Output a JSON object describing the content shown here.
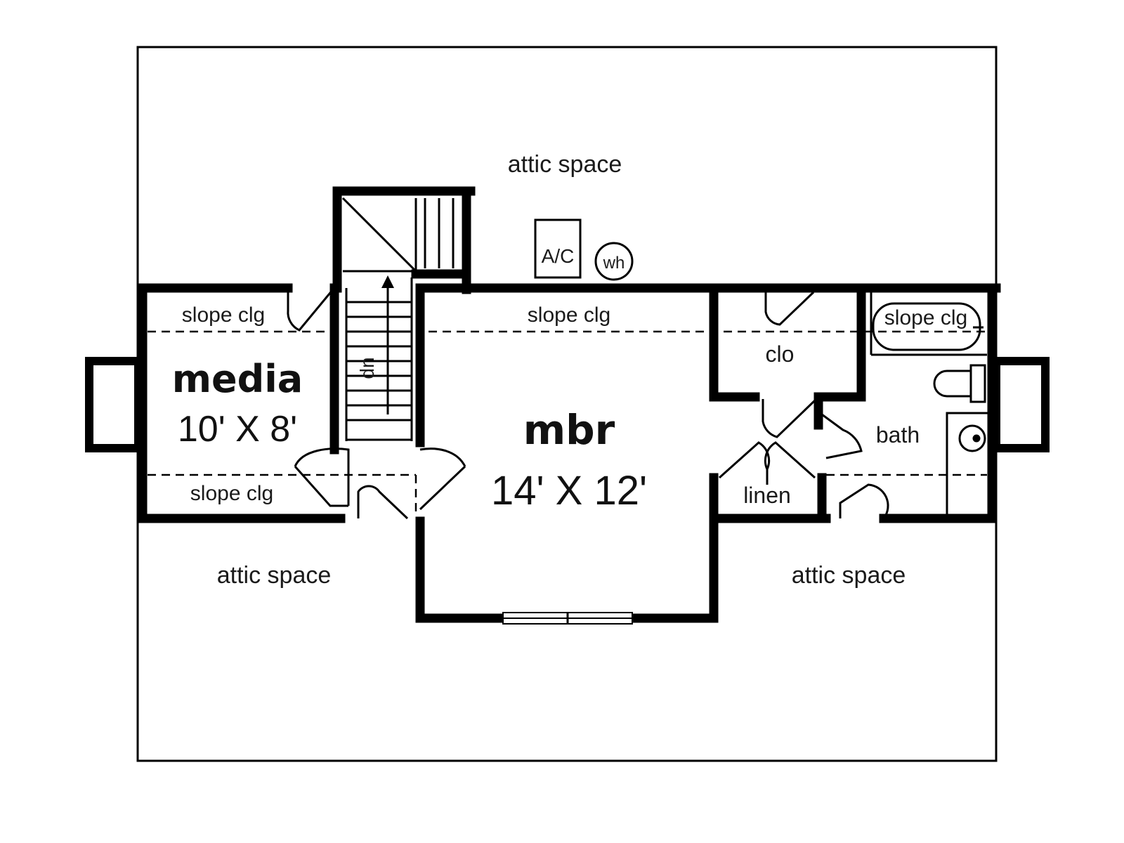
{
  "labels": {
    "attic_top": "attic space",
    "attic_left": "attic space",
    "attic_right": "attic space",
    "ac_unit": "A/C",
    "water_heater": "wh",
    "stair_direction": "dn",
    "clo": "clo",
    "linen": "linen",
    "bath": "bath"
  },
  "rooms": {
    "media": {
      "name": "media",
      "size": "10' X 8'"
    },
    "mbr": {
      "name": "mbr",
      "size": "14' X 12'"
    }
  },
  "slope": {
    "media_top": "slope clg",
    "media_bottom": "slope clg",
    "mbr_top": "slope clg",
    "bath_top": "slope clg"
  },
  "colors": {
    "line": "#000000",
    "background": "#ffffff"
  }
}
